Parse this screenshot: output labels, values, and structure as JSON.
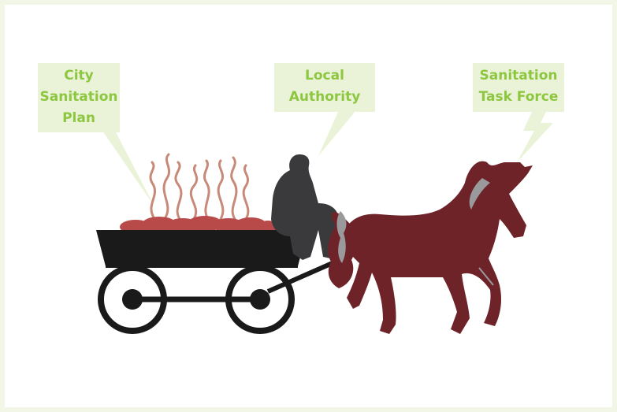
{
  "labels": {
    "plan": [
      "City",
      "Sanitation",
      "Plan"
    ],
    "authority": [
      "Local",
      "Authority"
    ],
    "task_force": [
      "Sanitation",
      "Task Force"
    ]
  },
  "colors": {
    "label_bg": "#eaf3d8",
    "label_text": "#8dc63f",
    "cart": "#1a1a1a",
    "driver": "#3a3a3c",
    "horse": "#6d2328",
    "waste": "#b84a4a",
    "steam": "#c88a78"
  }
}
